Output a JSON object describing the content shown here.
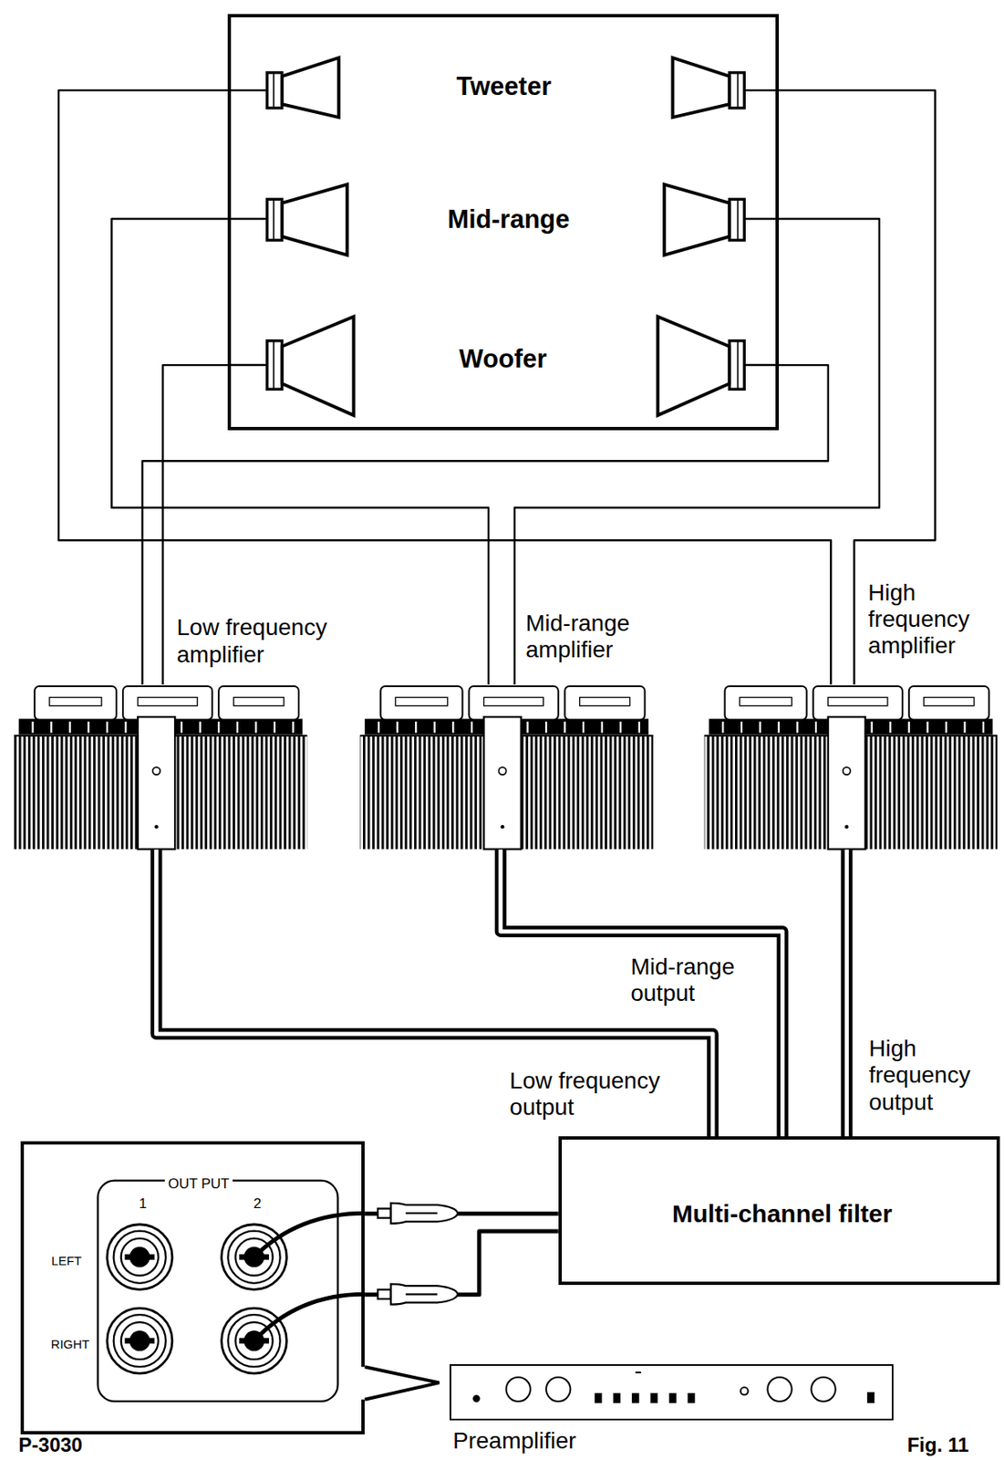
{
  "diagram": {
    "nodes": [
      {
        "text": [
          "Tweeter",
          "Mid-range",
          "Woofer"
        ]
      },
      {
        "text": [
          "Low frequency amplifier"
        ]
      },
      {
        "text": [
          "Mid-range amplifier"
        ]
      },
      {
        "text": [
          "High frequency amplifier"
        ]
      },
      {
        "text": [
          "Multi-channel filter"
        ]
      },
      {
        "text": [
          "OUT PUT",
          "1",
          "2",
          "LEFT",
          "RIGHT"
        ]
      },
      {
        "text": [
          "Preamplifier"
        ]
      }
    ],
    "edges": [
      {
        "from": 1,
        "to": 0,
        "arrow": "none"
      },
      {
        "from": 1,
        "to": 0,
        "arrow": "none"
      },
      {
        "from": 2,
        "to": 0,
        "arrow": "none"
      },
      {
        "from": 2,
        "to": 0,
        "arrow": "none"
      },
      {
        "from": 3,
        "to": 0,
        "arrow": "none"
      },
      {
        "from": 3,
        "to": 0,
        "arrow": "none"
      },
      {
        "from": 4,
        "to": 1,
        "label": "Low frequency output",
        "arrow": "none"
      },
      {
        "from": 4,
        "to": 2,
        "label": "Mid-range output",
        "arrow": "none"
      },
      {
        "from": 4,
        "to": 3,
        "label": "High frequency output",
        "arrow": "none"
      },
      {
        "from": 5,
        "to": 4,
        "arrow": "none"
      },
      {
        "from": 5,
        "to": 4,
        "arrow": "none"
      }
    ],
    "labels": [
      "P-3030",
      "Fig. 11"
    ]
  }
}
